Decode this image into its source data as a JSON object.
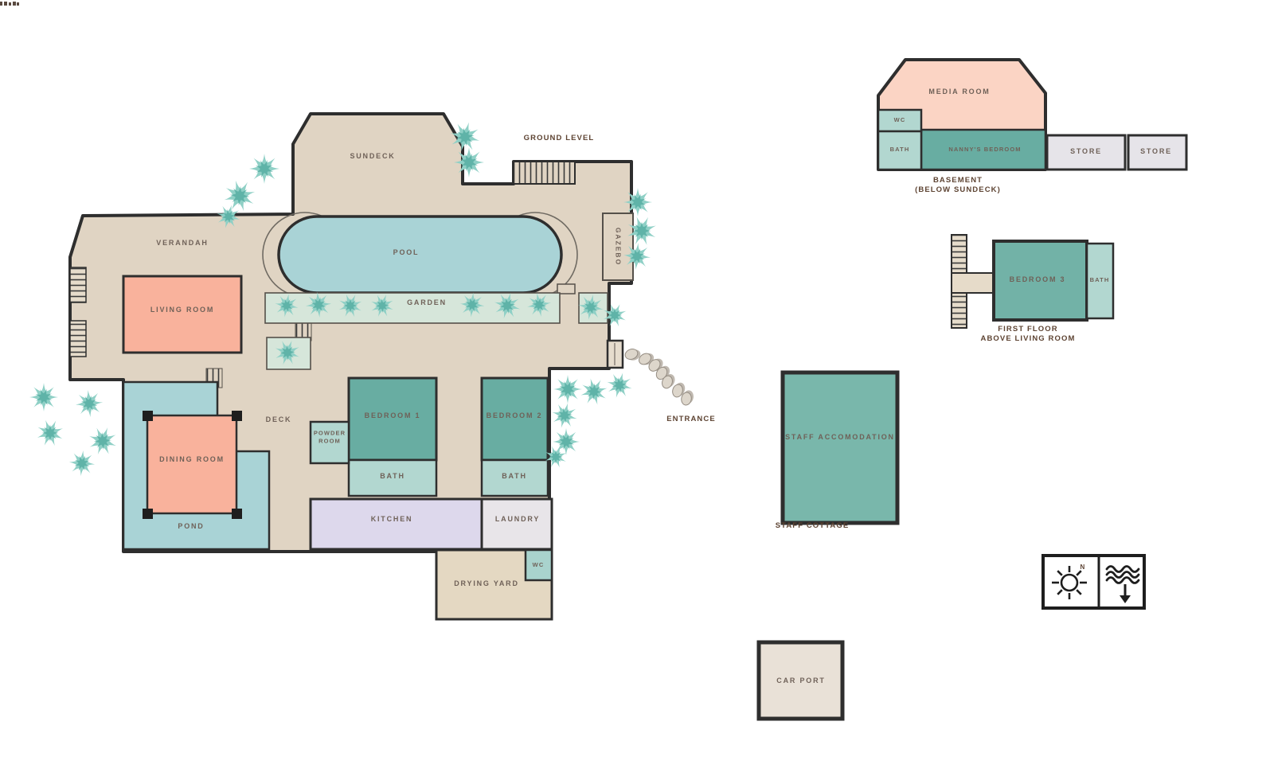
{
  "ground_level": {
    "title": "GROUND LEVEL",
    "rooms": {
      "sundeck": "SUNDECK",
      "pool": "POOL",
      "verandah": "VERANDAH",
      "living_room": "LIVING ROOM",
      "garden": "GARDEN",
      "gazebo": "GAZEBO",
      "deck": "DECK",
      "powder_room": "POWDER ROOM",
      "bedroom1": "BEDROOM 1",
      "bedroom2": "BEDROOM 2",
      "bath1": "BATH",
      "bath2": "BATH",
      "dining_room": "DINING ROOM",
      "pond": "POND",
      "kitchen": "KITCHEN",
      "laundry": "LAUNDRY",
      "wc": "WC",
      "drying_yard": "DRYING YARD",
      "entrance": "ENTRANCE"
    }
  },
  "basement": {
    "title_line1": "BASEMENT",
    "title_line2": "(BELOW SUNDECK)",
    "rooms": {
      "media_room": "MEDIA ROOM",
      "wc": "WC",
      "bath": "BATH",
      "nannys_bedroom": "NANNY'S BEDROOM",
      "store1": "STORE",
      "store2": "STORE"
    }
  },
  "first_floor": {
    "title_line1": "FIRST FLOOR",
    "title_line2": "ABOVE LIVING ROOM",
    "rooms": {
      "bedroom3": "BEDROOM 3",
      "bath": "BATH"
    }
  },
  "staff_cottage": {
    "title": "STAFF COTTAGE",
    "rooms": {
      "staff_accommodation": "STAFF ACCOMODATION"
    }
  },
  "car_port": {
    "label": "CAR PORT"
  },
  "legend": {
    "north_label": "N"
  },
  "colors": {
    "deck_beige": "#e0d4c3",
    "pool_blue": "#a9d3d6",
    "room_teal": "#68ada2",
    "bath_teal": "#b2d7d0",
    "garden_green": "#d6e6da",
    "salmon": "#f9b29c",
    "media_peach": "#fbd4c4",
    "kitchen_lavender": "#ddd8ec",
    "laundry_gray": "#e8e5e9",
    "wall_dark": "#2e2e2e",
    "text_brown": "#6f6158",
    "palm_light": "#8fd0c6",
    "palm_dark": "#5fb3a8"
  }
}
